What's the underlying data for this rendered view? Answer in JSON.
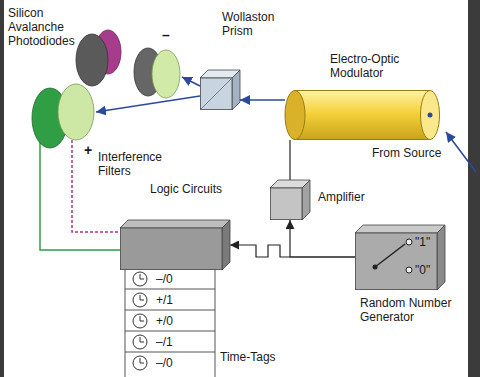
{
  "diagram": {
    "nodes": [
      {
        "text": [
          "Wollaston Prism"
        ]
      },
      {
        "text": [
          "Electro-Optic Modulator"
        ]
      },
      {
        "text": [
          "Amplifier"
        ]
      },
      {
        "text": [
          "Logic Circuits"
        ]
      },
      {
        "text": [
          "\"1\"",
          "\"0\"",
          "Random Number Generator"
        ]
      }
    ],
    "edges": [
      {
        "from": 4,
        "to": 2,
        "arrow": "to"
      },
      {
        "from": 4,
        "to": 3,
        "arrow": "to"
      },
      {
        "from": 2,
        "to": 1,
        "arrow": "none"
      },
      {
        "from": 1,
        "to": 0,
        "arrow": "to"
      }
    ],
    "labels": [
      "Silicon Avalanche Photodiodes",
      "Interference Filters",
      "+",
      "–",
      "From Source",
      "–/0",
      "+/1",
      "+/0",
      "–/1",
      "–/0",
      "Time-Tags"
    ]
  }
}
